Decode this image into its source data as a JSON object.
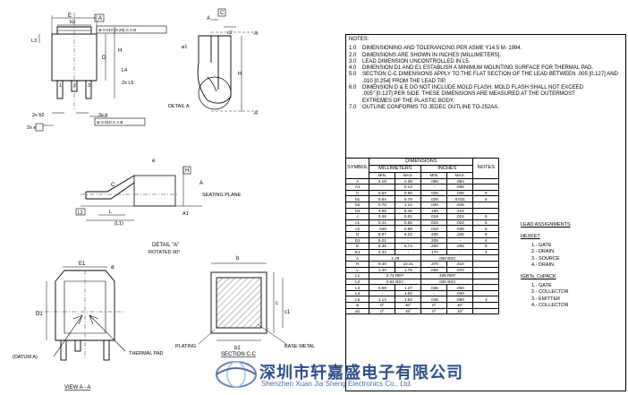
{
  "drawing": {
    "top_view_labels": [
      "E",
      "b3",
      "A",
      "0.010 [0.25]",
      "C",
      "A",
      "B",
      "L3",
      "D",
      "L4",
      "2x L5",
      "1",
      "2",
      "3",
      "2x b2",
      "b",
      "3x",
      "2x",
      "e",
      "0.010",
      "C",
      "A",
      "B",
      "H"
    ],
    "side_view_labels": [
      "A",
      "C",
      "c2",
      "H",
      "DETAIL A",
      "A",
      "A",
      "ø1"
    ],
    "detail_labels": [
      "e",
      "H",
      "C",
      "A",
      "SEATING PLANE",
      "L2",
      "L",
      "(L1)",
      "A1"
    ],
    "detail_caption": "DETAIL \"A\"",
    "detail_subcaption": "ROTATED 90°",
    "view_aa_labels": [
      "E1",
      "ø",
      "D1",
      "(DATUM A)",
      "THERMAL PAD"
    ],
    "view_aa_caption": "VIEW A - A",
    "section_labels": [
      "b",
      "c",
      "c1",
      "b1",
      "PLATING",
      "BASE METAL"
    ],
    "section_caption": "SECTION C-C"
  },
  "notes": {
    "title": "NOTES:",
    "items": [
      {
        "num": "1.0",
        "text": "DIMENSIONING AND TOLERANCING PER ASME Y14.5 M- 1994."
      },
      {
        "num": "2.0",
        "text": "DIMENSIONS ARE SHOWN IN INCHES [MILLIMETERS]."
      },
      {
        "num": "3.0",
        "text": "LEAD DIMENSION UNCONTROLLED IN L5."
      },
      {
        "num": "4.0",
        "text": "DIMENSION D1 AND E1 ESTABLISH A MINIMUM MOUNTING SURFACE FOR THERMAL PAD."
      },
      {
        "num": "5.0",
        "text": "SECTION C-C DIMENSIONS APPLY TO THE FLAT SECTION OF THE LEAD BETWEEN .005 [0.127] AND\n.010 [0.254] FROM THE LEAD TIP."
      },
      {
        "num": "6.0",
        "text": "DIMENSION D & E DO NOT INCLUDE MOLD FLASH. MOLD FLASH SHALL NOT EXCEED\n.005\" [0.127] PER SIDE. THESE DIMENSIONS ARE MEASURED AT THE OUTERMOST\nEXTREMES OF THE PLASTIC BODY."
      },
      {
        "num": "7.0",
        "text": "OUTLINE CONFORMS TO JEDEC OUTLINE TO-252AA."
      }
    ]
  },
  "table": {
    "title": "DIMENSIONS",
    "symbol_header": "SYMBOL",
    "mm_header": "MILLIMETERS",
    "in_header": "INCHES",
    "notes_header": "NOTES",
    "min_label": "MIN.",
    "max_label": "MAX.",
    "rows": [
      [
        "A",
        "2.18",
        "2.39",
        ".086",
        ".094",
        ""
      ],
      [
        "A1",
        "-",
        "0.13",
        "-",
        ".005",
        ""
      ],
      [
        "b",
        "0.64",
        "0.89",
        ".025",
        ".035",
        "5"
      ],
      [
        "b1",
        "0.64",
        "0.79",
        ".025",
        "0.031",
        "5"
      ],
      [
        "b2",
        "0.76",
        "1.14",
        ".030",
        ".045",
        ""
      ],
      [
        "b3",
        "4.95",
        "5.46",
        ".195",
        ".215",
        ""
      ],
      [
        "c",
        "0.46",
        "0.61",
        ".018",
        ".024",
        "5"
      ],
      [
        "c1",
        "0.41",
        "0.56",
        ".016",
        ".022",
        "5"
      ],
      [
        "c2",
        ".046",
        "0.89",
        ".018",
        ".035",
        "5"
      ],
      [
        "D",
        "5.97",
        "6.22",
        ".235",
        ".245",
        "6"
      ],
      [
        "D1",
        "5.21",
        "-",
        ".205",
        "-",
        "4"
      ],
      [
        "E",
        "6.35",
        "6.73",
        ".250",
        ".265",
        "6"
      ],
      [
        "E1",
        "4.32",
        "-",
        ".170",
        "-",
        "4"
      ],
      [
        "e",
        "2.29",
        "",
        ".090 BSC",
        "",
        ""
      ],
      [
        "H",
        "9.40",
        "10.41",
        ".370",
        ".410",
        ""
      ],
      [
        "L",
        "1.40",
        "1.78",
        ".055",
        ".070",
        ""
      ],
      [
        "L1",
        "2.74 REF.",
        "",
        ".108 REF.",
        "",
        ""
      ],
      [
        "L2",
        "0.51 BSC",
        "",
        ".020 BSC",
        "",
        ""
      ],
      [
        "L3",
        "0.89",
        "1.27",
        ".035",
        ".050",
        ""
      ],
      [
        "L4",
        "-",
        "1.02",
        "-",
        ".040",
        ""
      ],
      [
        "L5",
        "1.14",
        "1.52",
        ".045",
        ".060",
        "3"
      ],
      [
        "ø",
        "0°",
        "10°",
        "0°",
        "10°",
        ""
      ],
      [
        "ø1",
        "0°",
        "15°",
        "0°",
        "15°",
        ""
      ]
    ]
  },
  "lead": {
    "title": "LEAD ASSIGNMENTS",
    "group1_title": "HEXFET",
    "group1": [
      "1.- GATE",
      "2.- DRAIN",
      "3.- SOURCE",
      "4.- DRAIN"
    ],
    "group2_title": "IGBTs, CoPACK",
    "group2": [
      "1.- GATE",
      "2.- COLLECTOR",
      "3.- EMITTER",
      "4.- COLLECTOR"
    ]
  },
  "watermark": {
    "cn": "深圳市轩嘉盛电子有限公司",
    "en": "Shenzhen Xuan Jia Sheng Electronics Co., Ltd."
  }
}
